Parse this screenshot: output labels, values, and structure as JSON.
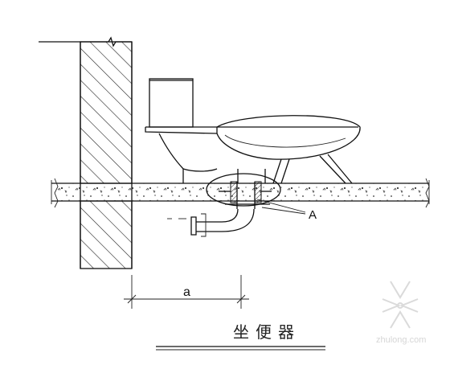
{
  "drawing": {
    "title": "坐便器",
    "callout_label": "A",
    "dimension_label": "a",
    "watermark_text": "zhulong.com"
  },
  "colors": {
    "line": "#111111",
    "watermark": "#cfcfcf",
    "background": "#ffffff"
  }
}
